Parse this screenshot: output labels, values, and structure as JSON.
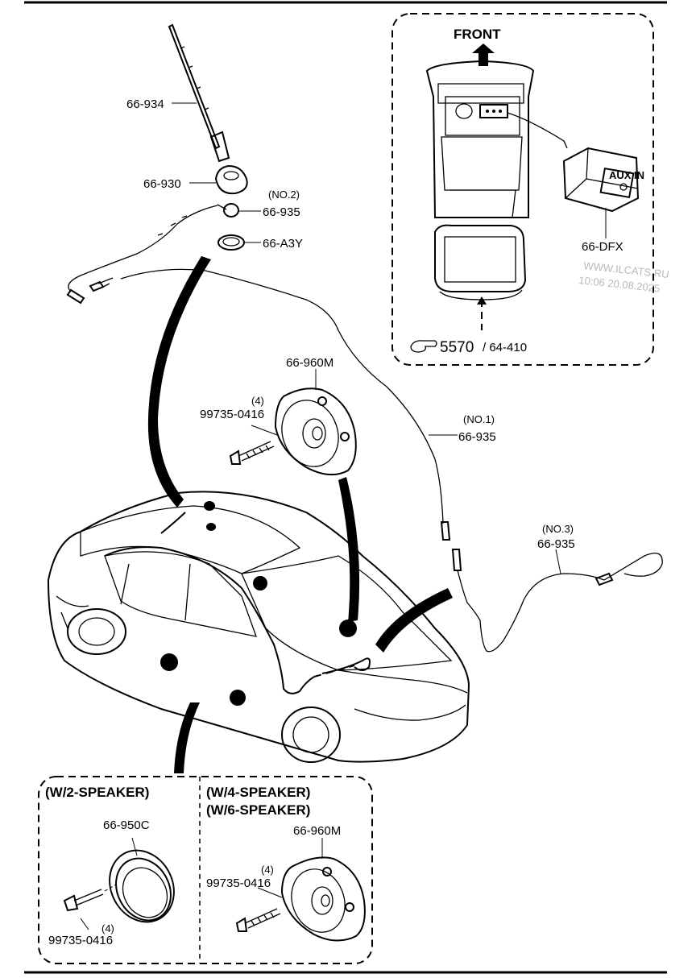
{
  "labels": {
    "antenna_mast": "66-934",
    "antenna_base": "66-930",
    "feeder_no2_note": "(NO.2)",
    "feeder_no2": "66-935",
    "grommet": "66-A3Y",
    "front_speaker": "66-960M",
    "screw_qty": "(4)",
    "screw": "99735-0416",
    "feeder_no1_note": "(NO.1)",
    "feeder_no1": "66-935",
    "aux_cable_note": "(NO.3)",
    "aux_cable": "66-935",
    "aux_jack": "66-DFX",
    "front_arrow": "FRONT",
    "console_ref_main": "5570",
    "console_ref_sub": "/ 64-410"
  },
  "aux_jack_text": "AUX IN",
  "option_2spk": {
    "title": "(W/2-SPEAKER)",
    "speaker": "66-950C",
    "screw": "99735-0416",
    "qty": "(4)"
  },
  "option_4spk": {
    "title_a": "(W/4-SPEAKER)",
    "title_b": "(W/6-SPEAKER)",
    "speaker": "66-960M",
    "screw": "99735-0416",
    "qty": "(4)"
  },
  "watermark": {
    "site": "WWW.ILCATS.RU",
    "stamp": "10:06 20.08.2025"
  }
}
